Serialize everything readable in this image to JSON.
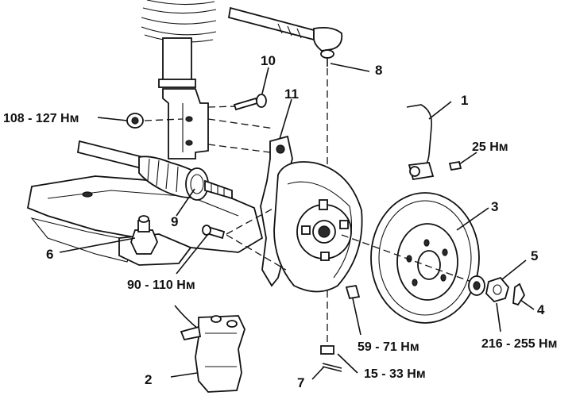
{
  "callouts": {
    "c1": "1",
    "c2": "2",
    "c3": "3",
    "c4": "4",
    "c5": "5",
    "c6": "6",
    "c7": "7",
    "c8": "8",
    "c9": "9",
    "c10": "10",
    "c11": "11"
  },
  "torques": {
    "t_108_127": "108 - 127 Нм",
    "t_25": "25 Нм",
    "t_90_110": "90 - 110 Нм",
    "t_59_71": "59 - 71 Нм",
    "t_15_33": "15 - 33 Нм",
    "t_216_255": "216 - 255 Нм"
  }
}
